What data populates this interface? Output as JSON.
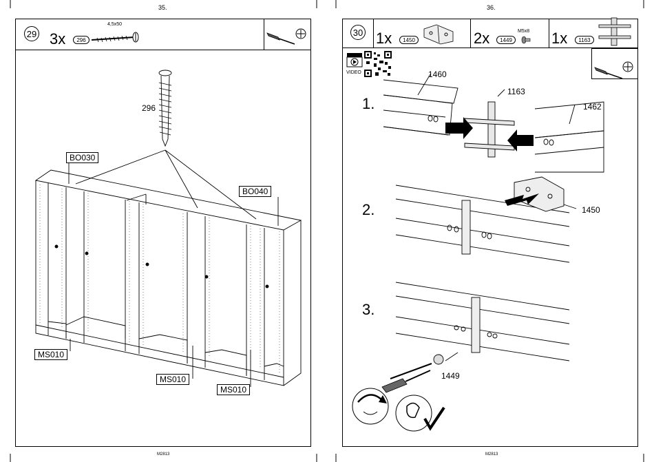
{
  "pages": [
    {
      "page_number": "35.",
      "footer": "M2813",
      "step": {
        "number": "29",
        "quantity": "3x",
        "part_id": "296",
        "part_size": "4,5x50"
      },
      "labels": {
        "screw": "296",
        "top_left": "BO030",
        "top_right": "BO040",
        "bottom_left": "MS010",
        "bottom_mid": "MS010",
        "bottom_right": "MS010"
      },
      "tools": [
        "screwdriver-icon",
        "phillips-head-icon"
      ]
    },
    {
      "page_number": "36.",
      "footer": "M2813",
      "step": {
        "number": "30",
        "parts": [
          {
            "quantity": "1x",
            "part_id": "1450",
            "icon": "bracket-plate-icon"
          },
          {
            "quantity": "2x",
            "part_id": "1449",
            "size": "M5x8",
            "icon": "bolt-icon"
          },
          {
            "quantity": "1x",
            "part_id": "1163",
            "icon": "rail-connector-icon"
          }
        ]
      },
      "video_label": "VIDEO",
      "substeps": [
        "1.",
        "2.",
        "3."
      ],
      "labels": {
        "rail_left": "1460",
        "connector": "1163",
        "rail_right": "1462",
        "bracket": "1450",
        "bolt": "1449"
      },
      "tools": [
        "screwdriver-icon",
        "phillips-head-icon"
      ]
    }
  ]
}
